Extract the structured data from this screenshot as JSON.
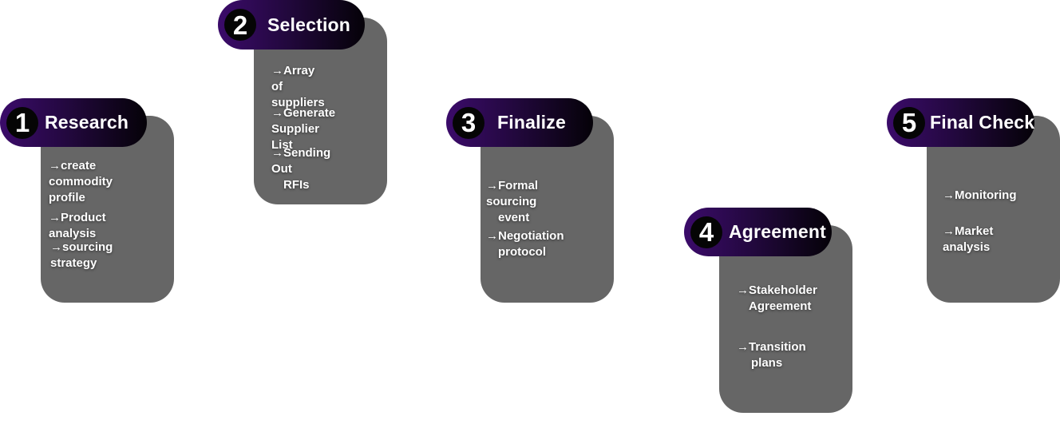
{
  "steps": [
    {
      "number": "1",
      "title": "Research",
      "items": [
        {
          "lines": [
            "→create",
            "commodity profile"
          ]
        },
        {
          "lines": [
            "→Product analysis"
          ]
        },
        {
          "lines": [
            "→sourcing",
            "strategy"
          ]
        }
      ]
    },
    {
      "number": "2",
      "title": "Selection",
      "items": [
        {
          "lines": [
            "→Array of",
            "suppliers"
          ]
        },
        {
          "lines": [
            "→Generate",
            "Supplier List"
          ]
        },
        {
          "lines": [
            "→Sending Out",
            "RFIs"
          ]
        }
      ]
    },
    {
      "number": "3",
      "title": "Finalize",
      "items": [
        {
          "lines": [
            "→Formal sourcing",
            "event"
          ]
        },
        {
          "lines": [
            "→Negotiation",
            "protocol"
          ]
        }
      ]
    },
    {
      "number": "4",
      "title": "Agreement",
      "items": [
        {
          "lines": [
            "→Stakeholder",
            "Agreement"
          ]
        },
        {
          "lines": [
            "→Transition",
            "plans"
          ]
        }
      ]
    },
    {
      "number": "5",
      "title": "Final Check",
      "items": [
        {
          "lines": [
            "→Monitoring"
          ]
        },
        {
          "lines": [
            "→Market",
            "analysis"
          ]
        }
      ]
    }
  ],
  "colors": {
    "card": "#666666",
    "pill_start": "#3b0b6a",
    "pill_end": "#050208",
    "text": "#ffffff"
  }
}
